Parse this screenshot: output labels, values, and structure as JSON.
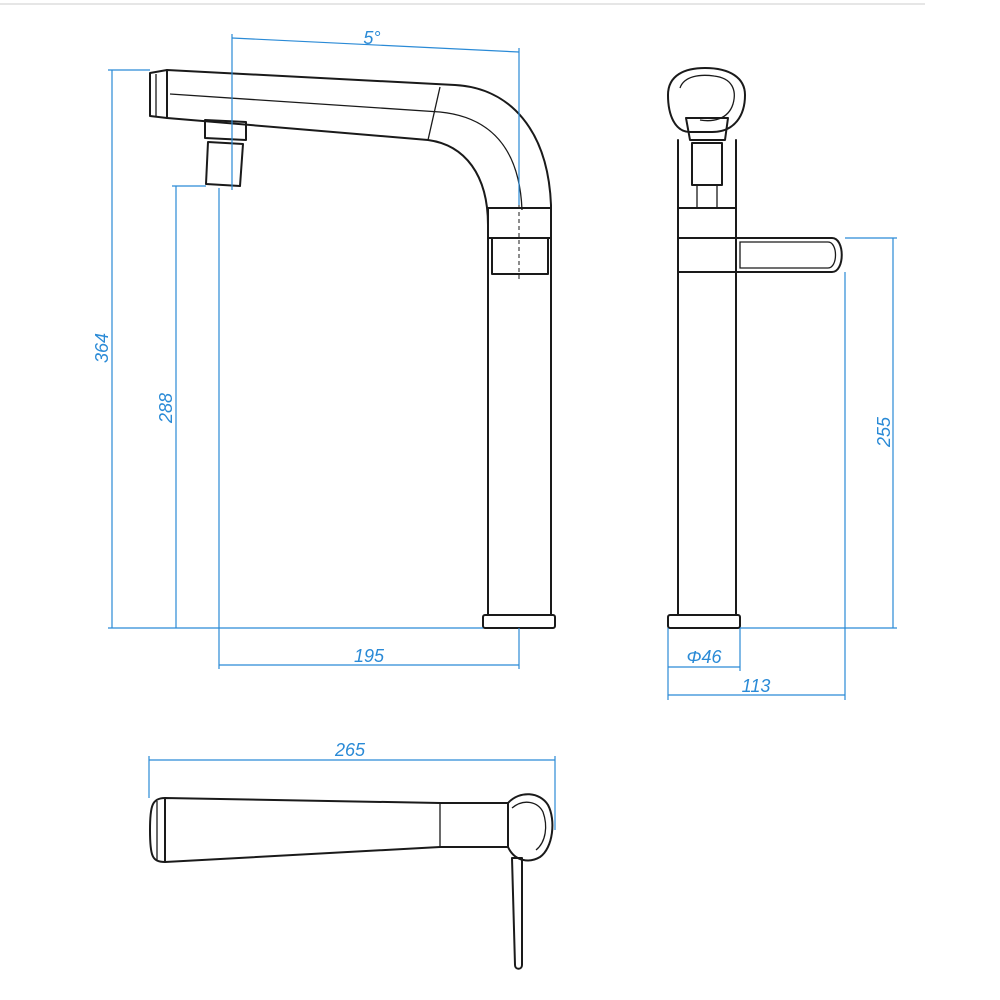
{
  "dimensions": {
    "spout_angle": "5°",
    "total_height": "364",
    "outlet_height": "288",
    "spout_reach": "195",
    "base_diameter": "Φ46",
    "lever_height": "255",
    "side_depth": "113",
    "top_length": "265"
  },
  "colors": {
    "dimension": "#2a8ad6",
    "outline": "#1a1a1a"
  }
}
